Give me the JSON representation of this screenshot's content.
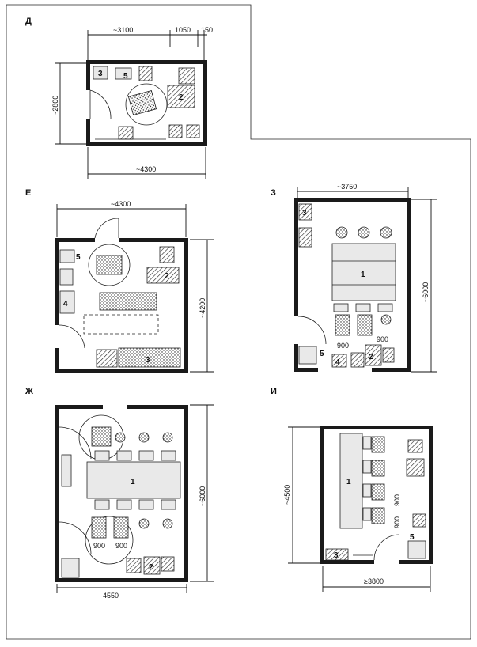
{
  "plans": [
    {
      "letter": "Д",
      "dims": [
        "~3100",
        "1050",
        "150",
        "~2800",
        "~4300"
      ],
      "markers": [
        "3",
        "5",
        "2"
      ]
    },
    {
      "letter": "Е",
      "dims": [
        "~4300",
        "~4200"
      ],
      "markers": [
        "5",
        "4",
        "2",
        "3"
      ]
    },
    {
      "letter": "З",
      "dims": [
        "~3750",
        "~6000",
        "900",
        "900"
      ],
      "markers": [
        "3",
        "1",
        "5",
        "4",
        "2"
      ]
    },
    {
      "letter": "Ж",
      "dims": [
        "~6000",
        "4550",
        "900",
        "900"
      ],
      "markers": [
        "1",
        "2"
      ]
    },
    {
      "letter": "И",
      "dims": [
        "~4500",
        "≥3800",
        "900",
        "900"
      ],
      "markers": [
        "1",
        "5",
        "3"
      ]
    }
  ]
}
